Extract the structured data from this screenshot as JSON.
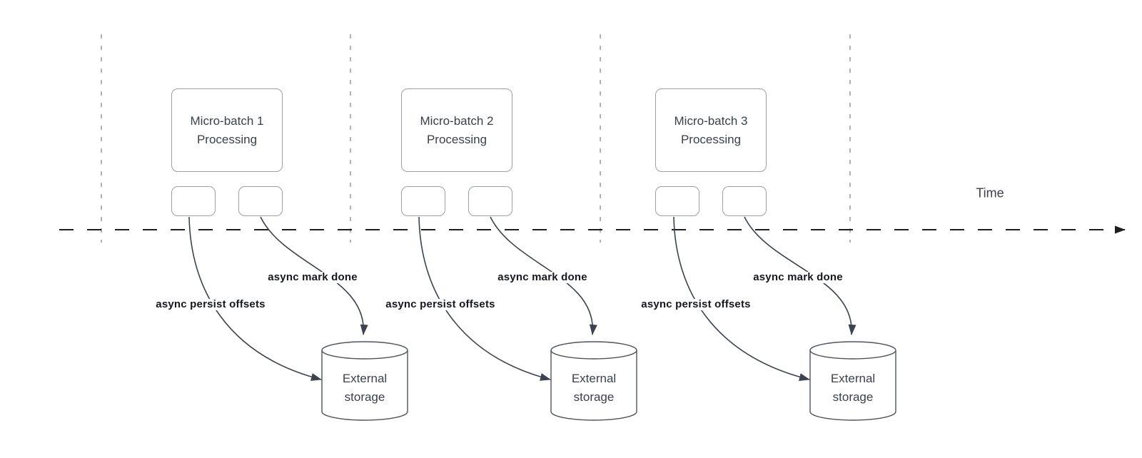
{
  "diagram": {
    "time_axis_label": "Time",
    "groups": [
      {
        "box_label": [
          "Micro-batch 1",
          "Processing"
        ],
        "persist_label": "async persist offsets",
        "mark_done_label": "async mark done",
        "storage_label": [
          "External",
          "storage"
        ]
      },
      {
        "box_label": [
          "Micro-batch 2",
          "Processing"
        ],
        "persist_label": "async persist offsets",
        "mark_done_label": "async mark done",
        "storage_label": [
          "External",
          "storage"
        ]
      },
      {
        "box_label": [
          "Micro-batch 3",
          "Processing"
        ],
        "persist_label": "async persist offsets",
        "mark_done_label": "async mark done",
        "storage_label": [
          "External",
          "storage"
        ]
      }
    ],
    "colors": {
      "background": "#ffffff",
      "node_border": "#9aa0a6",
      "node_text": "#3a414c",
      "flow_label_text": "#14181f",
      "connector": "#3b4250",
      "timeline": "#1f1f1f",
      "guide_line": "#999999",
      "cylinder_border": "#4d545e"
    }
  }
}
